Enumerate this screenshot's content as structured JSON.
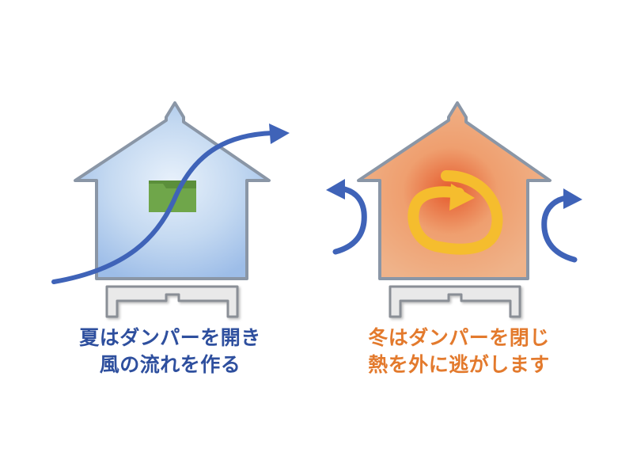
{
  "summer": {
    "caption_line1": "夏はダンパーを開き",
    "caption_line2": "風の流れを作る",
    "caption_color": "#2e4f9e",
    "house_fill": "#b7d0ee",
    "house_edge": "#8a96a6",
    "arrow_color": "#3f63b8",
    "damper_color": "#6fa64a",
    "damper_state": "open"
  },
  "winter": {
    "caption_line1": "冬はダンパーを閉じ",
    "caption_line2": "熱を外に逃がします",
    "caption_color": "#e37a2d",
    "house_fill": "#efb58a",
    "house_glow": "#e9703a",
    "house_edge": "#8a96a6",
    "swirl_color": "#f5bd2e",
    "side_arrow_color": "#3f63b8",
    "damper_state": "closed"
  },
  "foundation_color": "#e9e9e9"
}
